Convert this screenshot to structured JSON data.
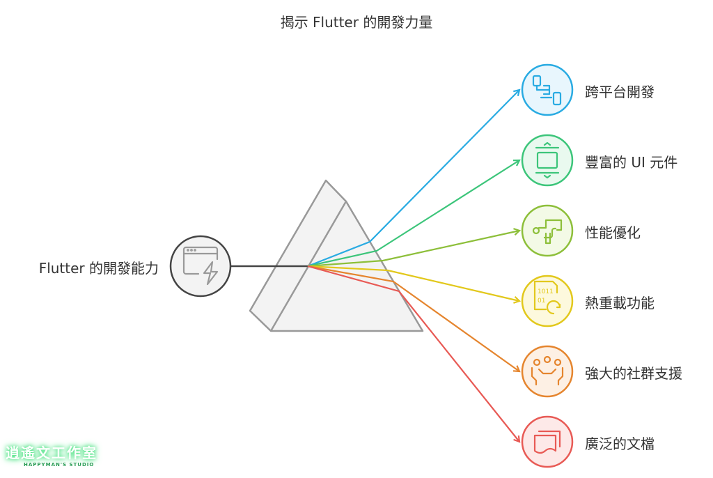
{
  "title": "揭示 Flutter 的開發力量",
  "source": {
    "label": "Flutter 的開發能力",
    "icon": "browser-lightning-icon"
  },
  "outputs": [
    {
      "label": "跨平台開發",
      "icon": "devices-icon",
      "color": "#29abe2",
      "fill": "#e8f6fd"
    },
    {
      "label": "豐富的 UI 元件",
      "icon": "resize-frame-icon",
      "color": "#3cc57a",
      "fill": "#e9f9ef"
    },
    {
      "label": "性能優化",
      "icon": "pipe-icon",
      "color": "#8dbf3a",
      "fill": "#f3fae6"
    },
    {
      "label": "熱重載功能",
      "icon": "binary-reload-icon",
      "color": "#e2c81c",
      "fill": "#fdf9dd"
    },
    {
      "label": "強大的社群支援",
      "icon": "community-icon",
      "color": "#e5852e",
      "fill": "#fdf0e4"
    },
    {
      "label": "廣泛的文檔",
      "icon": "documents-icon",
      "color": "#e85a55",
      "fill": "#fde9e8"
    }
  ],
  "watermark": {
    "main": "逍遙文工作室",
    "sub": "HAPPYMAN'S STUDIO"
  }
}
